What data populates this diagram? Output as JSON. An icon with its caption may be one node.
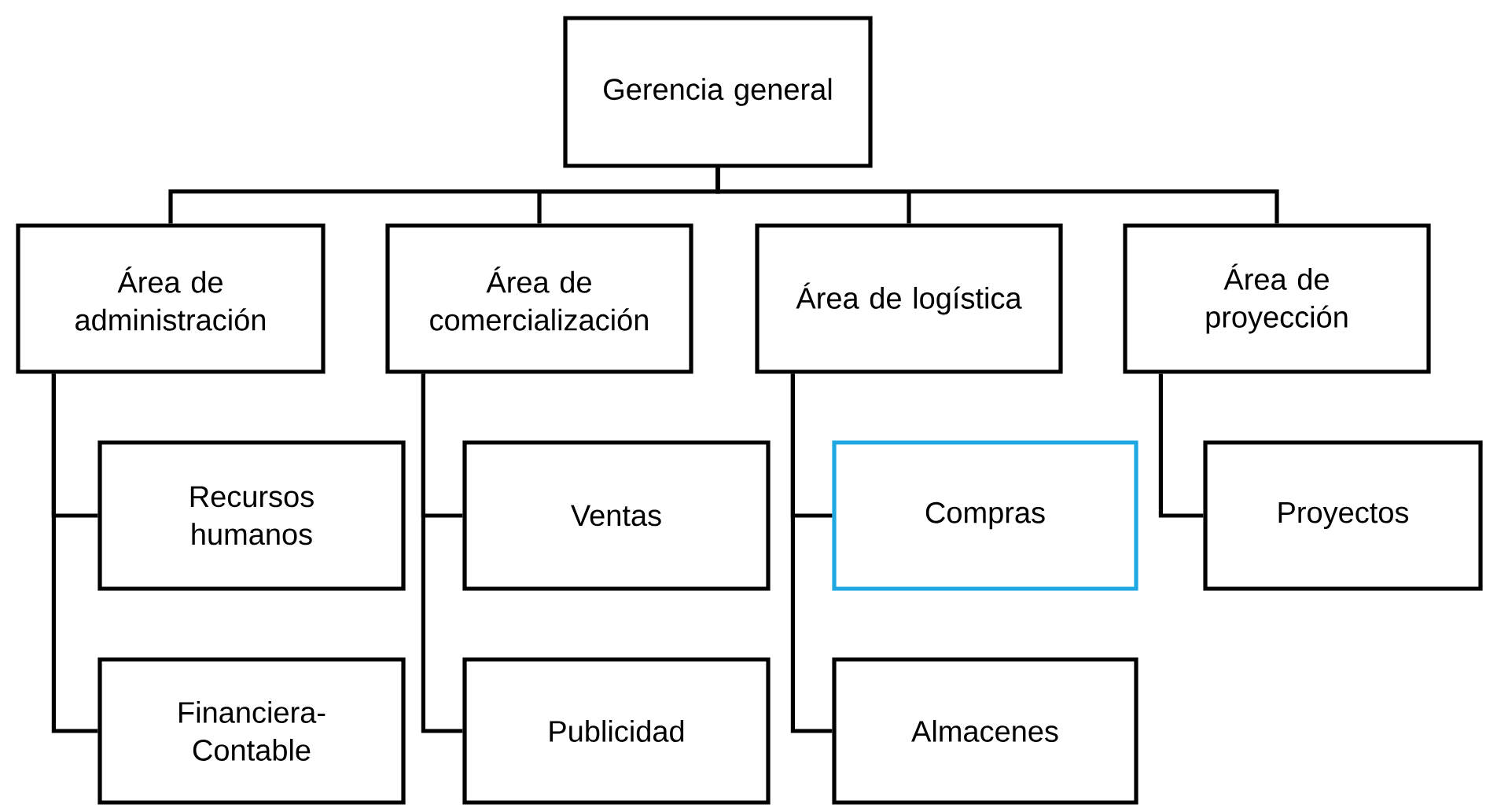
{
  "diagram": {
    "nodes": [
      {
        "text": [
          "Gerencia general"
        ]
      },
      {
        "text": [
          "Área de administración"
        ]
      },
      {
        "text": [
          "Área de comercialización"
        ]
      },
      {
        "text": [
          "Área de logística"
        ]
      },
      {
        "text": [
          "Área de proyección"
        ]
      },
      {
        "text": [
          "Recursos humanos"
        ]
      },
      {
        "text": [
          "Financiera-Contable"
        ]
      },
      {
        "text": [
          "Ventas"
        ]
      },
      {
        "text": [
          "Publicidad"
        ]
      },
      {
        "text": [
          "Compras"
        ]
      },
      {
        "text": [
          "Almacenes"
        ]
      },
      {
        "text": [
          "Proyectos"
        ]
      }
    ],
    "edges": [
      {
        "from": 0,
        "to": 1,
        "arrow": "none"
      },
      {
        "from": 0,
        "to": 2,
        "arrow": "none"
      },
      {
        "from": 0,
        "to": 3,
        "arrow": "none"
      },
      {
        "from": 0,
        "to": 4,
        "arrow": "none"
      },
      {
        "from": 1,
        "to": 5,
        "arrow": "none"
      },
      {
        "from": 1,
        "to": 6,
        "arrow": "none"
      },
      {
        "from": 2,
        "to": 7,
        "arrow": "none"
      },
      {
        "from": 2,
        "to": 8,
        "arrow": "none"
      },
      {
        "from": 3,
        "to": 9,
        "arrow": "none"
      },
      {
        "from": 3,
        "to": 10,
        "arrow": "none"
      },
      {
        "from": 4,
        "to": 11,
        "arrow": "none"
      }
    ]
  }
}
